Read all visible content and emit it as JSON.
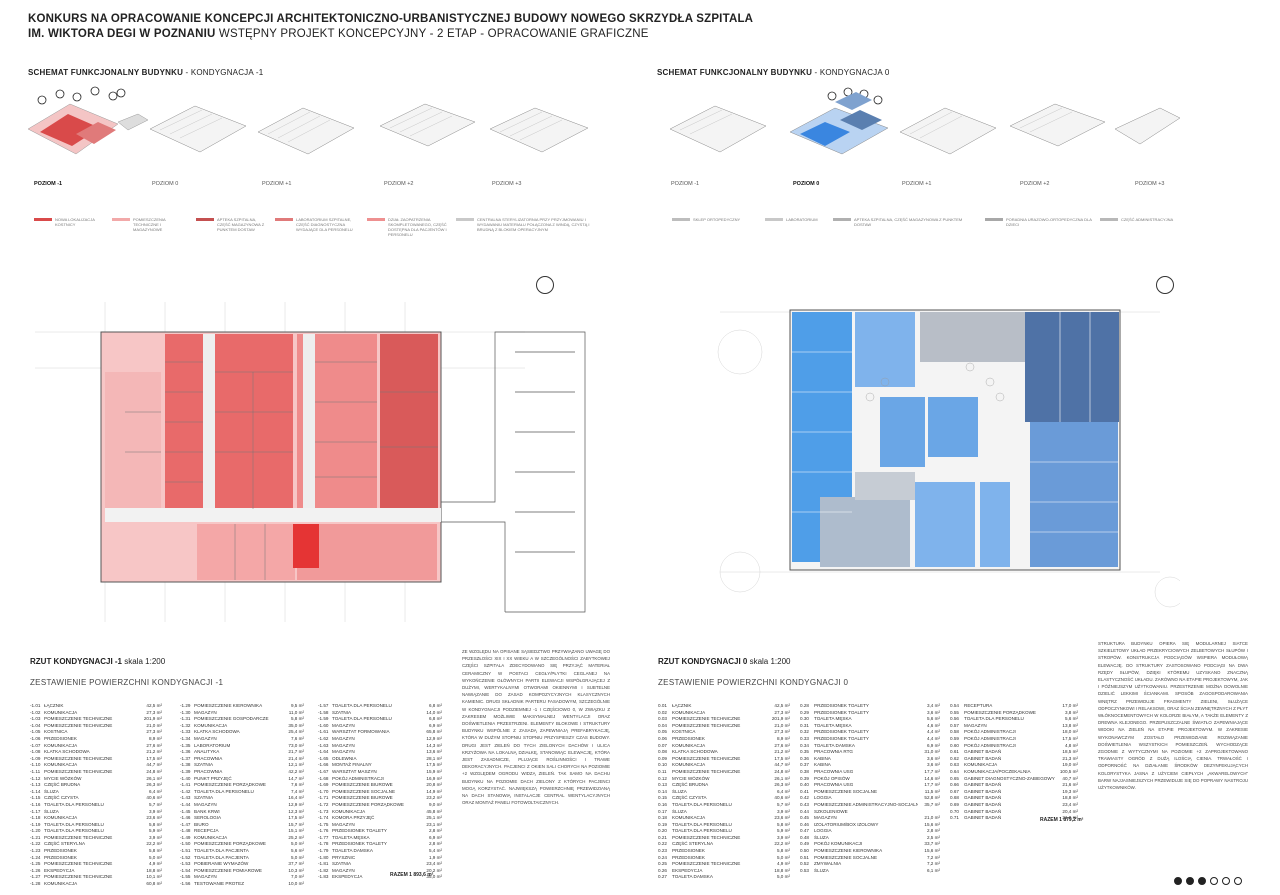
{
  "title": {
    "line1": "KONKURS NA OPRACOWANIE KONCEPCJI ARCHITEKTONICZNO-URBANISTYCZNEJ BUDOWY NOWEGO SKRZYDŁA SZPITALA",
    "line2_bold": "IM. WIKTORA DEGI W POZNANIU",
    "line2_light": "WSTĘPNY PROJEKT KONCEPCYJNY - 2 ETAP - OPRACOWANIE GRAFICZNE"
  },
  "left": {
    "schema_bold": "SCHEMAT FUNKCJONALNY BUDYNKU",
    "schema_light": "- KONDYGNACJA -1",
    "levels": [
      "POZIOM -1",
      "POZIOM 0",
      "POZIOM +1",
      "POZIOM +2",
      "POZIOM +3"
    ],
    "legend": [
      {
        "text": "NOWA LOKALIZACJA KOSTNICY",
        "color": "#d94a4a"
      },
      {
        "text": "POMIESZCZENIA TECHNICZNE I MAGAZYNOWE",
        "color": "#f2a9a9"
      },
      {
        "text": "APTEKA SZPITALNA, CZĘŚĆ MAGAZYNOWA Z PUNKTEM DOSTAW",
        "color": "#c45050"
      },
      {
        "text": "LABORATORIUM SZPITALNE, CZĘŚĆ DIAGNOSTYCZNA WYDAJĄCE DLA PERSONELU",
        "color": "#e07a7a"
      },
      {
        "text": "DZIAŁ ZAOPATRZENIA SKOMPLETOWANEGO, CZĘŚĆ DOSTĘPNA DLA PACJENTÓW I PERSONELU",
        "color": "#ee9090"
      },
      {
        "text": "CENTRALNA STERYLIZATORNIA PRZY PRZYJMOWANIU I WYDAWANIU MATERIAŁU POŁĄCZONA Z WINDĄ, CZYSTĄ I BRUDNĄ Z BLOKIEM OPERACYJNYM",
        "color": "#c9c9c9"
      }
    ],
    "rzut_bold": "RZUT KONDYGNACJI -1",
    "rzut_light": "skala 1:200",
    "zest": "ZESTAWIENIE POWIERZCHNI KONDYGNACJI -1",
    "razem": "RAZEM  1 893,6 m²",
    "col1": [
      [
        "-1.01",
        "ŁĄCZNIK",
        "42,5 m²"
      ],
      [
        "-1.02",
        "KOMUNIKACJA",
        "27,3 m²"
      ],
      [
        "-1.03",
        "POMIESZCZENIE TECHNICZNE",
        "201,9 m²"
      ],
      [
        "-1.04",
        "POMIESZCZENIE TECHNICZNE",
        "21,0 m²"
      ],
      [
        "-1.05",
        "KOSTNICA",
        "27,3 m²"
      ],
      [
        "-1.06",
        "PRZEDSIONEK",
        "8,9 m²"
      ],
      [
        "-1.07",
        "KOMUNIKACJA",
        "27,6 m²"
      ],
      [
        "-1.08",
        "KLATKA SCHODOWA",
        "21,2 m²"
      ],
      [
        "-1.09",
        "POMIESZCZENIE TECHNICZNE",
        "17,5 m²"
      ],
      [
        "-1.10",
        "KOMUNIKACJA",
        "44,7 m²"
      ],
      [
        "-1.11",
        "POMIESZCZENIE TECHNICZNE",
        "24,8 m²"
      ],
      [
        "-1.12",
        "MYCIE WÓZKÓW",
        "26,1 m²"
      ],
      [
        "-1.13",
        "CZĘŚĆ BRUDNA",
        "26,3 m²"
      ],
      [
        "-1.14",
        "ŚLUZA",
        "6,4 m²"
      ],
      [
        "-1.15",
        "CZĘŚĆ CZYSTA",
        "40,6 m²"
      ],
      [
        "-1.16",
        "TOALETA DLA PERSONELU",
        "5,7 m²"
      ],
      [
        "-1.17",
        "ŚLUZA",
        "3,9 m²"
      ],
      [
        "-1.18",
        "KOMUNIKACJA",
        "23,6 m²"
      ],
      [
        "-1.19",
        "TOALETA DLA PERSONELU",
        "5,8 m²"
      ],
      [
        "-1.20",
        "TOALETA DLA PERSONELU",
        "5,9 m²"
      ],
      [
        "-1.21",
        "POMIESZCZENIE TECHNICZNE",
        "3,9 m²"
      ],
      [
        "-1.22",
        "CZĘŚĆ STERYLNA",
        "22,2 m²"
      ],
      [
        "-1.23",
        "PRZEDSIONEK",
        "5,8 m²"
      ],
      [
        "-1.24",
        "PRZEDSIONEK",
        "5,0 m²"
      ],
      [
        "-1.25",
        "POMIESZCZENIE TECHNICZNE",
        "4,9 m²"
      ],
      [
        "-1.26",
        "EKSPEDYCJA",
        "18,8 m²"
      ],
      [
        "-1.27",
        "POMIESZCZENIE TECHNICZNE",
        "10,1 m²"
      ],
      [
        "-1.28",
        "KOMUNIKACJA",
        "60,8 m²"
      ]
    ],
    "col2": [
      [
        "-1.29",
        "POMIESZCZENIE KIEROWNIKA",
        "9,5 m²"
      ],
      [
        "-1.30",
        "MAGAZYN",
        "11,0 m²"
      ],
      [
        "-1.31",
        "POMIESZCZENIE GOSPODARCZE",
        "5,8 m²"
      ],
      [
        "-1.32",
        "KOMUNIKACJA",
        "35,0 m²"
      ],
      [
        "-1.33",
        "KLATKA SCHODOWA",
        "25,4 m²"
      ],
      [
        "-1.34",
        "MAGAZYN",
        "7,6 m²"
      ],
      [
        "-1.35",
        "LABORATORIUM",
        "73,0 m²"
      ],
      [
        "-1.36",
        "ANALITYKA",
        "21,7 m²"
      ],
      [
        "-1.37",
        "PRACOWNIA",
        "21,4 m²"
      ],
      [
        "-1.38",
        "SZATNIA",
        "12,1 m²"
      ],
      [
        "-1.39",
        "PRACOWNIA",
        "42,2 m²"
      ],
      [
        "-1.40",
        "PUNKT PRZYJĘĆ",
        "14,7 m²"
      ],
      [
        "-1.41",
        "POMIESZCZENIE PORZĄDKOWE",
        "7,6 m²"
      ],
      [
        "-1.42",
        "TOALETA DLA PERSONELU",
        "7,4 m²"
      ],
      [
        "-1.43",
        "SZATNIA",
        "16,4 m²"
      ],
      [
        "-1.44",
        "MAGAZYN",
        "12,9 m²"
      ],
      [
        "-1.45",
        "BANK KRWI",
        "12,3 m²"
      ],
      [
        "-1.46",
        "SEROLOGIA",
        "17,5 m²"
      ],
      [
        "-1.47",
        "BIURO",
        "15,7 m²"
      ],
      [
        "-1.48",
        "RECEPCJA",
        "15,1 m²"
      ],
      [
        "-1.49",
        "KOMUNIKACJA",
        "25,2 m²"
      ],
      [
        "-1.50",
        "POMIESZCZENIE PORZĄDKOWE",
        "5,0 m²"
      ],
      [
        "-1.51",
        "TOALETA DLA PACJENTA",
        "5,6 m²"
      ],
      [
        "-1.52",
        "TOALETA DLA PACJENTA",
        "5,0 m²"
      ],
      [
        "-1.53",
        "POBIERANIE WYMAZÓW",
        "37,7 m²"
      ],
      [
        "-1.54",
        "POMIESZCZENIE POMIAROWE",
        "10,3 m²"
      ],
      [
        "-1.55",
        "MAGAZYN",
        "7,0 m²"
      ],
      [
        "-1.56",
        "TESTOWANIE PROTEZ",
        "10,0 m²"
      ]
    ],
    "col3": [
      [
        "-1.57",
        "TOALETA DLA PERSONELU",
        "6,8 m²"
      ],
      [
        "-1.58",
        "SZATNIA",
        "14,0 m²"
      ],
      [
        "-1.59",
        "TOALETA DLA PERSONELU",
        "6,8 m²"
      ],
      [
        "-1.60",
        "MAGAZYN",
        "6,9 m²"
      ],
      [
        "-1.61",
        "WARSZTAT FORMOWANIA",
        "65,8 m²"
      ],
      [
        "-1.62",
        "MAGAZYN",
        "12,9 m²"
      ],
      [
        "-1.63",
        "MAGAZYN",
        "14,3 m²"
      ],
      [
        "-1.64",
        "MAGAZYN",
        "13,6 m²"
      ],
      [
        "-1.65",
        "ODLEWNIA",
        "28,1 m²"
      ],
      [
        "-1.66",
        "MONTAŻ FINALNY",
        "17,5 m²"
      ],
      [
        "-1.67",
        "WARSZTAT MASZYN",
        "15,9 m²"
      ],
      [
        "-1.68",
        "POKÓJ ADMINISTRACJI",
        "16,9 m²"
      ],
      [
        "-1.69",
        "POMIESZCZENIE BIUROWE",
        "20,8 m²"
      ],
      [
        "-1.70",
        "POMIESZCZENIE SOCJALNE",
        "14,9 m²"
      ],
      [
        "-1.71",
        "POMIESZCZENIE BIUROWE",
        "23,2 m²"
      ],
      [
        "-1.72",
        "POMIESZCZENIE PORZĄDKOWE",
        "9,0 m²"
      ],
      [
        "-1.73",
        "KOMUNIKACJA",
        "45,8 m²"
      ],
      [
        "-1.74",
        "KOMORA PRZYJĘĆ",
        "25,1 m²"
      ],
      [
        "-1.75",
        "MAGAZYN",
        "23,1 m²"
      ],
      [
        "-1.76",
        "PRZEDSIONEK TOALETY",
        "2,8 m²"
      ],
      [
        "-1.77",
        "TOALETA MĘSKA",
        "6,9 m²"
      ],
      [
        "-1.78",
        "PRZEDSIONEK TOALETY",
        "2,8 m²"
      ],
      [
        "-1.79",
        "TOALETA DAMSKA",
        "5,4 m²"
      ],
      [
        "-1.80",
        "PRYSZNIC",
        "1,9 m²"
      ],
      [
        "-1.81",
        "SZATNIA",
        "23,4 m²"
      ],
      [
        "-1.82",
        "MAGAZYN",
        "20,2 m²"
      ],
      [
        "-1.83",
        "EKSPEDYCJA",
        "35,0 m²"
      ]
    ],
    "desc": "ZE WZGLĘDU NA OPISANE SĄSIEDZTWO PRZYWIĄZANO UWAGĘ DO PRZESZŁOŚCI XIX I XX WIEKU A W SZCZEGÓLNOŚCI ZABYTKOWEJ CZĘŚCI SZPITALA ZDECYDOWANO SIĘ PRZYJĄĆ MATERIAŁ CERAMICZNY W POSTACI CEGŁY/PŁYTKI CEGLANEJ NA WYKOŃCZENIE GŁÓWNYCH PARTII ELEWACJI WSPÓŁGRAJĄCEJ Z DUŻYMI, WERTYKALNYMI OTWORAMI OKIENNYMI I SUBTELNE NAWIĄZANIE DO ZASAD KOMPOZYCYJNYCH KLASYCZNYCH KAMIENIC. DRUGI SKŁADNIK PARTERU FASADOWYM, SZCZEGÓLNIE W KONDYGNACJI PODZIEMNEJ -1 I CZĘŚCIOWO 0, W ZWIĄZKU Z ZAKRESEM MOŻLIWIE MAKSYMALNEJ WENTYLACJI ORAZ DOŚWIETLENIA PRZESTRZENI. ELEMENTY BLOKOWE I STRUKTURY BUDYNKU WSPÓLNIE Z ZASADĄ ZAPEWNIAJĄ PREFABRYKACJĘ, KTÓRA W DUŻYM STOPNIU STOPNIU PRZYSPIESZY CZAS BUDOWY. DRUGI JEST ZIELEŃ DO TYCH ZIELONYCH DACHÓW I ULICA KRZYŻOWA NA LOKALNĄ DZIAŁKĘ, STANOWIĄC ELEWACJĘ, KTÓRA JEST ZASADNICZE, PLUJĄCE ROŚLINNOŚCI I TRAWE DEKORACYJNYCH. PACJENCI Z OKIEN SALI CHORYCH NA POZIOMIE +2 WZGLĘDEM OGRODU WIDZĄ ZIELEŃ. TAK SAMO NA DACHU BUDYNKU NA POZIOMIE DACH ZIELONY Z KTÓRYCH PACJENCI MOGĄ KORZYSTAĆ. NAJWIĘKSZĄ POWIERZCHNIĘ PRZEWIDZIANĄ NA DACH STANOWIĄ INSTALACJE CENTRAL WENTYLACYJNYCH ORAZ MONTAŻ PANELI FOTOWOLTAICZNYCH."
  },
  "right": {
    "schema_bold": "SCHEMAT FUNKCJONALNY BUDYNKU",
    "schema_light": "- KONDYGNACJA 0",
    "levels": [
      "POZIOM -1",
      "POZIOM 0",
      "POZIOM +1",
      "POZIOM +2",
      "POZIOM +3"
    ],
    "legend": [
      {
        "text": "SKLEP ORTOPEDYCZNY",
        "color": "#bdbdbd"
      },
      {
        "text": "LABORATORIUM",
        "color": "#c8c8c8"
      },
      {
        "text": "APTEKA SZPITALNA, CZĘŚĆ MAGAZYNOWA Z PUNKTEM DOSTAW",
        "color": "#b0b0b0"
      },
      {
        "text": "PORADNIA URAZOWO-ORTOPEDYCZNA DLA DZIECI",
        "color": "#a8a8a8"
      },
      {
        "text": "CZĘŚĆ ADMINISTRACYJNA",
        "color": "#b8b8b8"
      }
    ],
    "rzut_bold": "RZUT KONDYGNACJI 0",
    "rzut_light": "skala 1:200",
    "zest": "ZESTAWIENIE POWIERZCHNI KONDYGNACJI 0",
    "razem": "RAZEM  1 879,2 m²",
    "col1": [
      [
        "0.01",
        "ŁĄCZNIK",
        "42,5 m²"
      ],
      [
        "0.02",
        "KOMUNIKACJA",
        "27,3 m²"
      ],
      [
        "0.03",
        "POMIESZCZENIE TECHNICZNE",
        "201,9 m²"
      ],
      [
        "0.04",
        "POMIESZCZENIE TECHNICZNE",
        "21,0 m²"
      ],
      [
        "0.05",
        "KOSTNICA",
        "27,3 m²"
      ],
      [
        "0.06",
        "PRZEDSIONEK",
        "8,9 m²"
      ],
      [
        "0.07",
        "KOMUNIKACJA",
        "27,6 m²"
      ],
      [
        "0.08",
        "KLATKA SCHODOWA",
        "21,2 m²"
      ],
      [
        "0.09",
        "POMIESZCZENIE TECHNICZNE",
        "17,5 m²"
      ],
      [
        "0.10",
        "KOMUNIKACJA",
        "44,7 m²"
      ],
      [
        "0.11",
        "POMIESZCZENIE TECHNICZNE",
        "24,8 m²"
      ],
      [
        "0.12",
        "MYCIE WÓZKÓW",
        "26,1 m²"
      ],
      [
        "0.13",
        "CZĘŚĆ BRUDNA",
        "26,3 m²"
      ],
      [
        "0.14",
        "ŚLUZA",
        "6,4 m²"
      ],
      [
        "0.15",
        "CZĘŚĆ CZYSTA",
        "40,6 m²"
      ],
      [
        "0.16",
        "TOALETA DLA PERSONELU",
        "5,7 m²"
      ],
      [
        "0.17",
        "ŚLUZA",
        "3,9 m²"
      ],
      [
        "0.18",
        "KOMUNIKACJA",
        "23,6 m²"
      ],
      [
        "0.19",
        "TOALETA DLA PERSONELU",
        "5,8 m²"
      ],
      [
        "0.20",
        "TOALETA DLA PERSONELU",
        "5,9 m²"
      ],
      [
        "0.21",
        "POMIESZCZENIE TECHNICZNE",
        "3,9 m²"
      ],
      [
        "0.22",
        "CZĘŚĆ STERYLNA",
        "22,2 m²"
      ],
      [
        "0.23",
        "PRZEDSIONEK",
        "5,8 m²"
      ],
      [
        "0.24",
        "PRZEDSIONEK",
        "5,0 m²"
      ],
      [
        "0.25",
        "POMIESZCZENIE TECHNICZNE",
        "4,9 m²"
      ],
      [
        "0.26",
        "EKSPEDYCJA",
        "18,8 m²"
      ],
      [
        "0.27",
        "TOALETA DAMSKA",
        "5,0 m²"
      ]
    ],
    "col2": [
      [
        "0.28",
        "PRZEDSIONEK TOALETY",
        "3,4 m²"
      ],
      [
        "0.29",
        "PRZEDSIONEK TOALETY",
        "3,6 m²"
      ],
      [
        "0.30",
        "TOALETA MĘSKA",
        "5,6 m²"
      ],
      [
        "0.31",
        "TOALETA MĘSKA",
        "4,6 m²"
      ],
      [
        "0.32",
        "PRZEDSIONEK TOALETY",
        "4,4 m²"
      ],
      [
        "0.33",
        "PRZEDSIONEK TOALETY",
        "4,4 m²"
      ],
      [
        "0.34",
        "TOALETA DAMSKA",
        "6,9 m²"
      ],
      [
        "0.35",
        "PRACOWNIA RTG",
        "31,0 m²"
      ],
      [
        "0.36",
        "KABINA",
        "3,6 m²"
      ],
      [
        "0.37",
        "KABINA",
        "3,6 m²"
      ],
      [
        "0.38",
        "PRACOWNIA USG",
        "17,7 m²"
      ],
      [
        "0.39",
        "POKÓJ OPISÓW",
        "14,6 m²"
      ],
      [
        "0.40",
        "PRACOWNIA USG",
        "17,7 m²"
      ],
      [
        "0.41",
        "POMIESZCZENIE SOCJALNE",
        "11,5 m²"
      ],
      [
        "0.42",
        "LOGGIA",
        "52,8 m²"
      ],
      [
        "0.43",
        "POMIESZCZENIE ADMINISTRACYJNO-SOCJALNE",
        "35,7 m²"
      ],
      [
        "0.44",
        "SZKOLENIOWE",
        "",
        ""
      ],
      [
        "0.45",
        "MAGAZYN",
        "21,0 m²"
      ],
      [
        "0.46",
        "IZOLATORIUM/BOX IZOLOWY",
        "15,6 m²"
      ],
      [
        "0.47",
        "LOGGIA",
        "2,8 m²"
      ],
      [
        "0.48",
        "ŚLUZA",
        "2,5 m²"
      ],
      [
        "0.49",
        "POKÓJ KOMUNIKACJI",
        "33,7 m²"
      ],
      [
        "0.50",
        "POMIESZCZENIE KIEROWNIKA",
        "15,6 m²"
      ],
      [
        "0.51",
        "POMIESZCZENIE SOCJALNE",
        "7,2 m²"
      ],
      [
        "0.52",
        "ZMYWALNIA",
        "7,2 m²"
      ],
      [
        "0.53",
        "ŚLUZA",
        "6,1 m²"
      ]
    ],
    "col3": [
      [
        "0.54",
        "RECEPTURA",
        "17,0 m²"
      ],
      [
        "0.55",
        "POMIESZCZENIE PORZĄDKOWE",
        "3,8 m²"
      ],
      [
        "0.56",
        "TOALETA DLA PERSONELU",
        "5,6 m²"
      ],
      [
        "0.57",
        "MAGAZYN",
        "13,8 m²"
      ],
      [
        "0.58",
        "POKÓJ ADMINISTRACJI",
        "18,0 m²"
      ],
      [
        "0.59",
        "POKÓJ ADMINISTRACJI",
        "17,5 m²"
      ],
      [
        "0.60",
        "POKÓJ ADMINISTRACJI",
        "4,8 m²"
      ],
      [
        "0.61",
        "GABINET BADAŃ",
        "18,5 m²"
      ],
      [
        "0.62",
        "GABINET BADAŃ",
        "21,3 m²"
      ],
      [
        "0.63",
        "KOMUNIKACJA",
        "19,0 m²"
      ],
      [
        "0.64",
        "KOMUNIKACJA/POCZEKALNIA",
        "100,5 m²"
      ],
      [
        "0.65",
        "GABINET DIAGNOSTYCZNO-ZABIEGOWY",
        "40,7 m²"
      ],
      [
        "0.66",
        "GABINET BADAŃ",
        "21,6 m²"
      ],
      [
        "0.67",
        "GABINET BADAŃ",
        "19,3 m²"
      ],
      [
        "0.68",
        "GABINET BADAŃ",
        "18,8 m²"
      ],
      [
        "0.69",
        "GABINET BADAŃ",
        "23,4 m²"
      ],
      [
        "0.70",
        "GABINET BADAŃ",
        "20,4 m²"
      ],
      [
        "0.71",
        "GABINET BADAŃ",
        "21,0 m²"
      ]
    ],
    "desc": "STRUKTURA BUDYNKU OPIERA SIĘ MODULARNEJ SIATCE SZKIELETOWY UKŁAD PRZEKRYCIOWYCH ZELBETOWYCH SŁUPÓW I STROPÓW. KONSTRUKCJA PODCIĄGÓW WSPIERA MODUŁOWĄ ELEWACJĘ. DO STRUKTURY ZASTOSOWANO PODCIĄGI NA DWA RZĘDY SŁUPÓW, DZIĘKI KTÓREMU UZYSKANO ZNACZNĄ ELASTYCZNOŚĆ UKŁADU. ZARÓWNO NA ETAPIE PROJEKTOWYM, JAK I PÓŹNIEJSZYM UŻYTKOWANIU. PRZESTRZENIE MOŻNA DOWOLNIE DZIELIĆ LEKKIMI ŚCIANKAMI. SPOSÓB ZAGOSPODAROWANIA WNĘTRZ PRZEWIDUJE FRAGMENTY ZIELENI, SŁUŻĄCE ODPOCZYNKOWI I RELAKSOWI, ORAZ ŚCIAN ZEWNĘTRZNYCH Z PŁYT WŁÓKNOCEMENTOWYCH W KOLORZE BIAŁYM, A TAKŻE ELEMENTY Z DREWNA KLEJONEGO. PRZEPUSZCZALNE ŚWIATŁO ZAPEWNIAJĄCE WIDOKI NA ZIELEŃ NA ETAPIE PROJEKTOWYM. W ZAKRESIE WYKONAWCZYM ZOSTAŁO PRZEWIDZIANE ROZWIĄZANIE DOŚWIETLENIA WSZYSTKICH POMIESZCZEŃ. WYCHODZĄCE ZGODNIE Z WYTYCZNYMI NA POZIOMIE +2 ZAPROJEKTOWANO TRAWIASTY OGRÓD Z DUŻĄ ILOŚCIĄ CIENIA. TRWAŁOŚĆ I ODPORNOŚĆ NA DZIAŁANIE ŚRODKÓW DEZYNFEKUJĄCYCH KOLORYSTYKA JASNA Z UŻYCIEM CIEPŁYCH „AKWARELOWYCH” BARW NAJJASNIEJSZYCH PRZEWIDUJE SIĘ DO POPRAWY NASTROJU UŻYTKOWNIKÓW."
  },
  "pager": {
    "active": 3,
    "total": 6
  }
}
